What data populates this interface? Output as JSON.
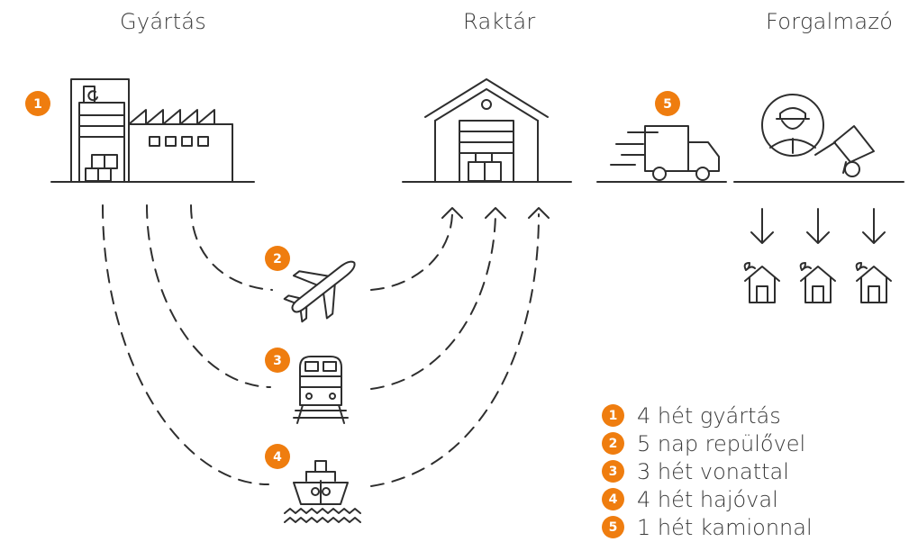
{
  "columns": {
    "production": "Gyártás",
    "warehouse": "Raktár",
    "distributor": "Forgalmazó"
  },
  "colors": {
    "accent": "#ef7d0f",
    "line": "#2e2e2e"
  },
  "badges": [
    "1",
    "2",
    "3",
    "4",
    "5"
  ],
  "legend": [
    {
      "num": "1",
      "text": "4 hét gyártás"
    },
    {
      "num": "2",
      "text": "5 nap repülővel"
    },
    {
      "num": "3",
      "text": "3 hét vonattal"
    },
    {
      "num": "4",
      "text": "4 hét hajóval"
    },
    {
      "num": "5",
      "text": "1 hét kamionnal"
    }
  ],
  "icons": [
    "factory-icon",
    "warehouse-icon",
    "truck-icon",
    "courier-icon",
    "airplane-icon",
    "train-icon",
    "ship-icon",
    "house-icon"
  ]
}
